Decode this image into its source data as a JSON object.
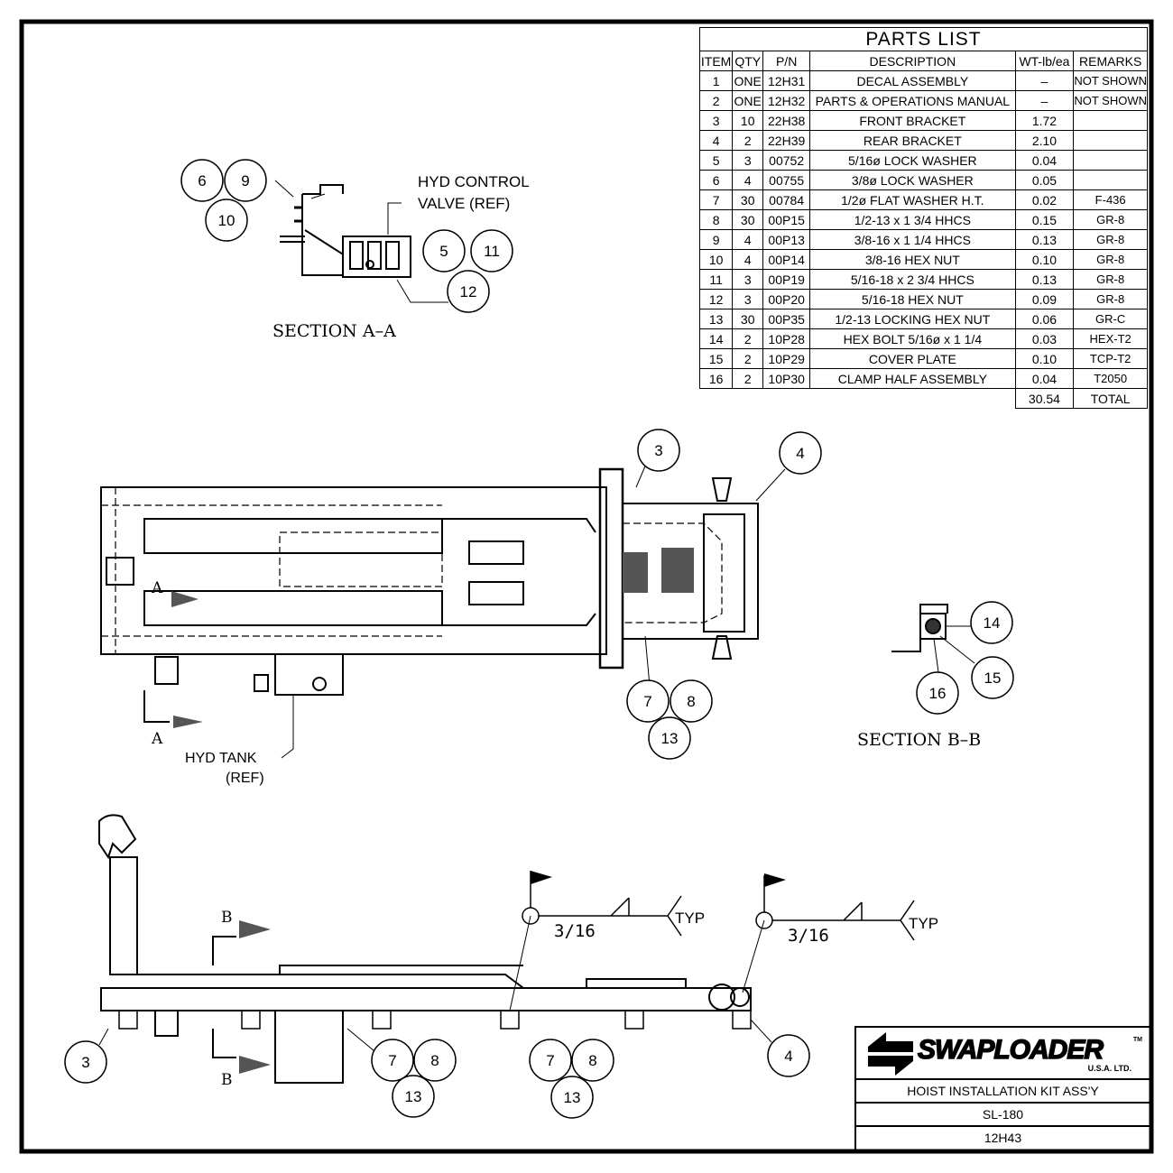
{
  "parts_list": {
    "title": "PARTS LIST",
    "headers": [
      "ITEM",
      "QTY",
      "P/N",
      "DESCRIPTION",
      "WT-lb/ea",
      "REMARKS"
    ],
    "rows": [
      [
        "1",
        "ONE",
        "12H31",
        "DECAL ASSEMBLY",
        "–",
        "NOT SHOWN"
      ],
      [
        "2",
        "ONE",
        "12H32",
        "PARTS & OPERATIONS MANUAL",
        "–",
        "NOT SHOWN"
      ],
      [
        "3",
        "10",
        "22H38",
        "FRONT BRACKET",
        "1.72",
        ""
      ],
      [
        "4",
        "2",
        "22H39",
        "REAR BRACKET",
        "2.10",
        ""
      ],
      [
        "5",
        "3",
        "00752",
        "5/16ø LOCK WASHER",
        "0.04",
        ""
      ],
      [
        "6",
        "4",
        "00755",
        "3/8ø LOCK WASHER",
        "0.05",
        ""
      ],
      [
        "7",
        "30",
        "00784",
        "1/2ø FLAT WASHER H.T.",
        "0.02",
        "F-436"
      ],
      [
        "8",
        "30",
        "00P15",
        "1/2-13 x 1 3/4 HHCS",
        "0.15",
        "GR-8"
      ],
      [
        "9",
        "4",
        "00P13",
        "3/8-16 x 1 1/4 HHCS",
        "0.13",
        "GR-8"
      ],
      [
        "10",
        "4",
        "00P14",
        "3/8-16 HEX NUT",
        "0.10",
        "GR-8"
      ],
      [
        "11",
        "3",
        "00P19",
        "5/16-18 x 2 3/4 HHCS",
        "0.13",
        "GR-8"
      ],
      [
        "12",
        "3",
        "00P20",
        "5/16-18 HEX NUT",
        "0.09",
        "GR-8"
      ],
      [
        "13",
        "30",
        "00P35",
        "1/2-13 LOCKING HEX NUT",
        "0.06",
        "GR-C"
      ],
      [
        "14",
        "2",
        "10P28",
        "HEX BOLT 5/16ø x 1 1/4",
        "0.03",
        "HEX-T2"
      ],
      [
        "15",
        "2",
        "10P29",
        "COVER PLATE",
        "0.10",
        "TCP-T2"
      ],
      [
        "16",
        "2",
        "10P30",
        "CLAMP HALF ASSEMBLY",
        "0.04",
        "T2050"
      ]
    ],
    "total_weight": "30.54",
    "total_label": "TOTAL"
  },
  "title_block": {
    "logo": "SWAPLOADER",
    "logo_sub": "U.S.A.   LTD.",
    "logo_tm": "TM",
    "title": "HOIST INSTALLATION KIT ASS'Y",
    "model": "SL-180",
    "drawing_no": "12H43"
  },
  "section_aa": {
    "label": "SECTION A–A",
    "callout_line1": "HYD CONTROL",
    "callout_line2": "VALVE (REF)",
    "balloons": [
      "6",
      "9",
      "10",
      "5",
      "11",
      "12"
    ]
  },
  "top_view": {
    "balloons": [
      "3",
      "4",
      "7",
      "8",
      "13"
    ],
    "section_mark": "A",
    "tank_line1": "HYD TANK",
    "tank_line2": "(REF)"
  },
  "section_bb": {
    "label": "SECTION B–B",
    "balloons": [
      "14",
      "15",
      "16"
    ]
  },
  "side_view": {
    "balloons": [
      "3",
      "7",
      "8",
      "13",
      "7",
      "8",
      "13",
      "4"
    ],
    "section_mark": "B",
    "weld_size": "3/16",
    "weld_note": "TYP"
  }
}
